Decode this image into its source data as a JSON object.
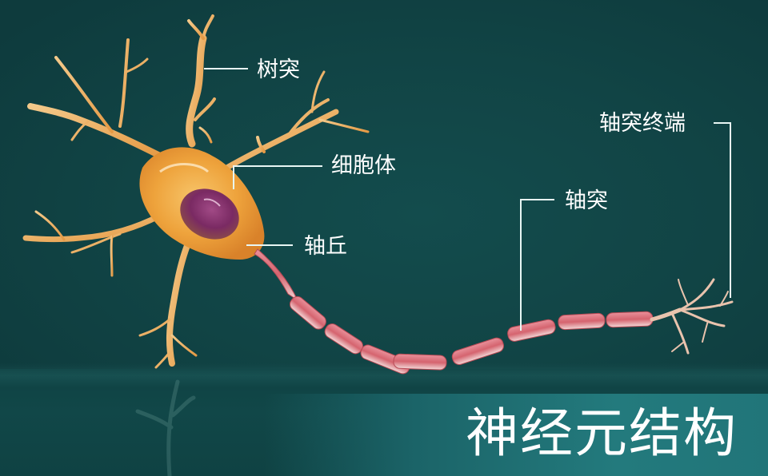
{
  "diagram": {
    "title": "神经元结构",
    "subject": "neuron",
    "colors": {
      "background": "#114445",
      "title_band": "#237a7d",
      "soma": "#f0a23a",
      "nucleus": "#7a2a63",
      "axon_myelin": "#d9707a",
      "leader_line": "#e8f6f4",
      "label_text": "#ffffff"
    },
    "labels": [
      {
        "id": "dendrite",
        "text": "树突"
      },
      {
        "id": "soma",
        "text": "细胞体"
      },
      {
        "id": "axon-hillock",
        "text": "轴丘"
      },
      {
        "id": "axon",
        "text": "轴突"
      },
      {
        "id": "axon-terminal",
        "text": "轴突终端"
      }
    ]
  }
}
